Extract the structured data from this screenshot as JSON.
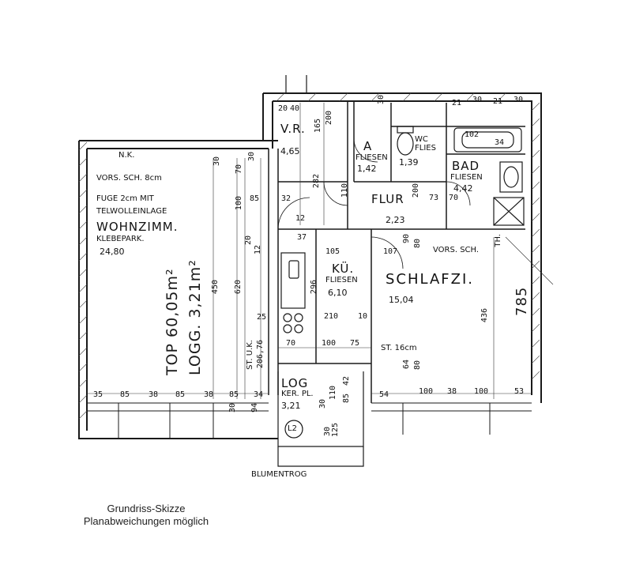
{
  "rooms": {
    "wohnzimmer": {
      "name": "WOHNZIMM.",
      "note1": "N.K.",
      "note2": "VORS. SCH. 8cm",
      "note3": "FUGE 2cm MIT",
      "note4": "TELWOLLEINLAGE",
      "floor": "KLEBEPARK.",
      "area": "24,80"
    },
    "vr": {
      "name": "V.R.",
      "area": "4,65"
    },
    "abstell": {
      "name": "A",
      "floor": "FLIESEN",
      "area": "1,42"
    },
    "wc": {
      "name": "WC",
      "floor": "FLIES",
      "area": "1,39"
    },
    "bad": {
      "name": "BAD",
      "floor": "FLIESEN",
      "area": "4,42"
    },
    "flur": {
      "name": "FLUR",
      "area": "2,23"
    },
    "kueche": {
      "name": "KÜ.",
      "floor": "FLIESEN",
      "area": "6,10"
    },
    "schlafzimmer": {
      "name": "SCHLAFZI.",
      "note": "VORS. SCH.",
      "area": "15,04"
    },
    "loggia": {
      "name": "LOG",
      "floor": "KER. PL.",
      "area": "3,21",
      "tag": "L2"
    }
  },
  "totals": {
    "top": "TOP 60,05m²",
    "logg": "LOGG. 3,21m²",
    "schlaf_len": "785",
    "th": "TH."
  },
  "notes": {
    "st_uk": "ST. U.K.",
    "st_16": "ST. 16cm",
    "blumentrog": "BLUMENTROG"
  },
  "dims": {
    "top_row": [
      "20",
      "40",
      "165",
      "200",
      "30",
      "21",
      "30",
      "21",
      "30"
    ],
    "bottom_row": [
      "35",
      "85",
      "38",
      "85",
      "38",
      "85",
      "34",
      "54",
      "100",
      "38",
      "100",
      "53"
    ],
    "misc": [
      "30",
      "70",
      "30",
      "100",
      "85",
      "32",
      "12",
      "20",
      "12",
      "37",
      "25",
      "70",
      "100",
      "75",
      "105",
      "107",
      "210",
      "10",
      "90",
      "80",
      "102",
      "34",
      "70",
      "73",
      "200",
      "110",
      "85",
      "42",
      "30",
      "110",
      "64",
      "80"
    ],
    "vertical": [
      "620",
      "450",
      "296",
      "282",
      "206,76",
      "436",
      "30",
      "125",
      "30",
      "94"
    ]
  },
  "caption": {
    "line1": "Grundriss-Skizze",
    "line2": "Planabweichungen möglich"
  }
}
